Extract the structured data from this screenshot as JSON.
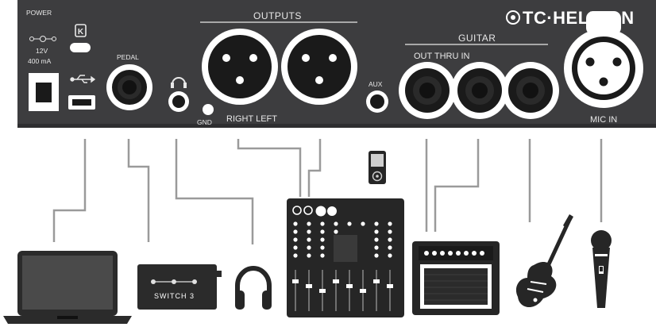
{
  "panel": {
    "brand": "TC·HELICON",
    "power_label": "POWER",
    "power_voltage": "12V",
    "power_current": "400 mA",
    "pedal_label": "PEDAL",
    "outputs_label": "OUTPUTS",
    "gnd_label": "GND",
    "right_left_label": "RIGHT LEFT",
    "aux_label": "AUX",
    "guitar_label": "GUITAR",
    "out_thru_in_label": "OUT THRU IN",
    "mic_in_label": "MIC IN"
  },
  "devices": {
    "switch_label": "SWITCH 3"
  },
  "colors": {
    "panel": "#3d3d3f",
    "cable": "#9a9a9a",
    "device": "#262626",
    "panel_text": "#e8e8e8"
  }
}
